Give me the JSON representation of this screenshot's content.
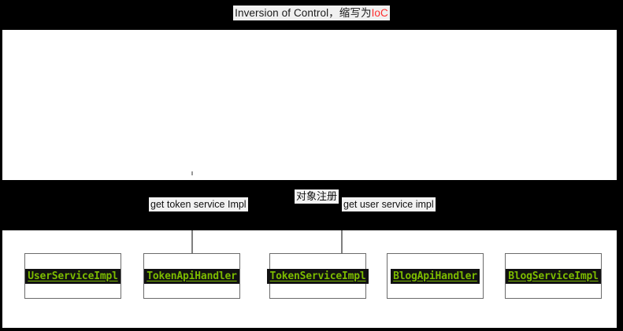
{
  "title": {
    "text_main": "Inversion of Control，缩写为",
    "text_accent": "IoC",
    "accent_color": "#ff2d2d"
  },
  "callouts": [
    {
      "id": "get-token-service-impl",
      "label": "get token service Impl"
    },
    {
      "id": "object-registration",
      "label": "对象注册"
    },
    {
      "id": "get-user-service-impl",
      "label": "get user service impl"
    }
  ],
  "nodes": [
    {
      "id": "user-service-impl",
      "label": "UserServiceImpl"
    },
    {
      "id": "token-api-handler",
      "label": "TokenApiHandler"
    },
    {
      "id": "token-service-impl",
      "label": "TokenServiceImpl"
    },
    {
      "id": "blog-api-handler",
      "label": "BlogApiHandler"
    },
    {
      "id": "blog-service-impl",
      "label": "BlogServiceImpl"
    }
  ],
  "colors": {
    "node_label_text": "#7cbb00",
    "node_label_bg": "#111111",
    "node_border": "#6b6b6b",
    "connector": "#808080",
    "panel_bg": "#ffffff",
    "canvas_bg": "#000000",
    "callout_bg": "#f2f2f2"
  }
}
